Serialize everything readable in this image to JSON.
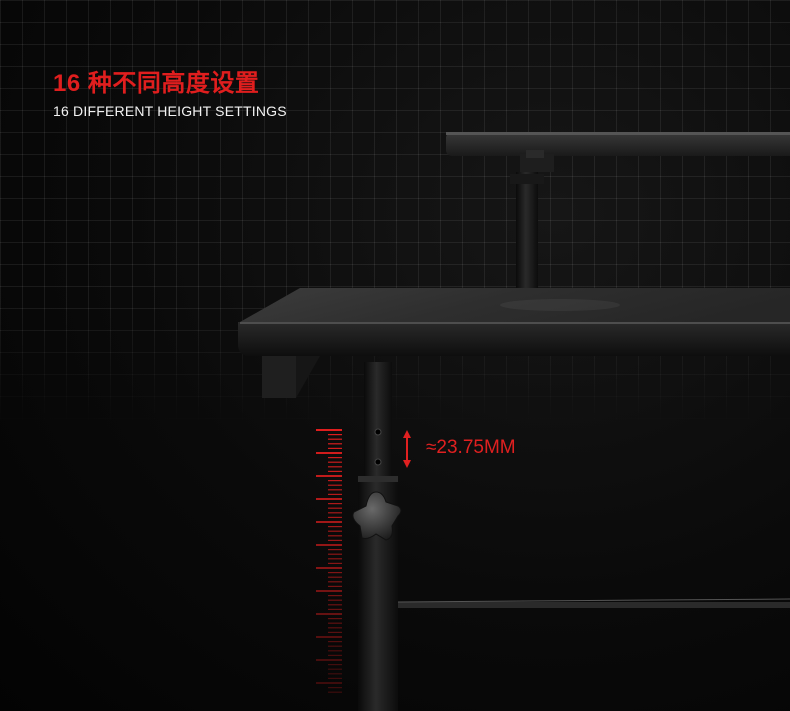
{
  "heading": {
    "title": "16 种不同高度设置",
    "subtitle": "16 DIFFERENT HEIGHT SETTINGS"
  },
  "measurement": {
    "label": "≈23.75MM"
  },
  "colors": {
    "accent": "#e01e1e",
    "background": "#000000",
    "text": "#f2f2f2"
  },
  "icons": {
    "adjust_arrow": "double-arrow-vertical-icon",
    "knob": "star-knob-icon"
  }
}
